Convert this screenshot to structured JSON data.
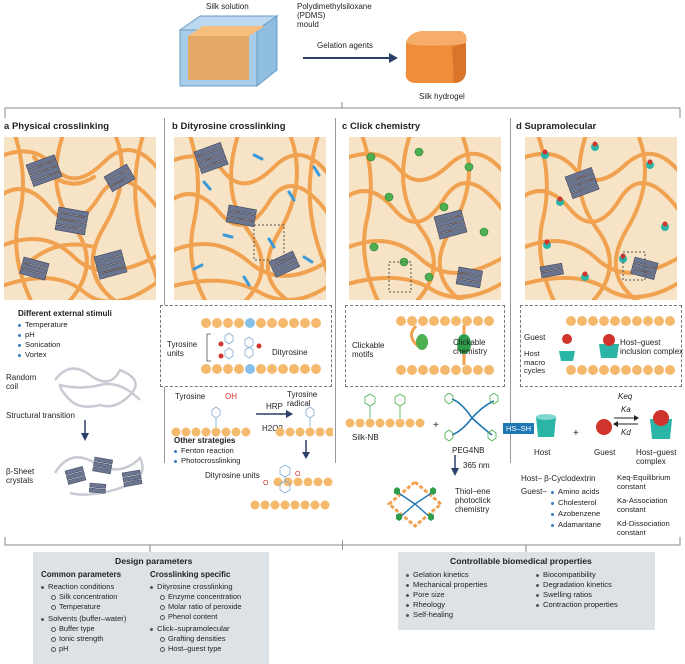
{
  "top": {
    "silk_solution": "Silk solution",
    "mould": "Polydimethylsiloxane\n(PDMS)\nmould",
    "gelation": "Gelation agents",
    "hydrogel": "Silk hydrogel"
  },
  "panels": {
    "a": {
      "letter": "a",
      "title": "Physical crosslinking",
      "stimuli_title": "Different external stimuli",
      "stimuli": [
        "Temperature",
        "pH",
        "Sonication",
        "Vortex"
      ],
      "random_coil": "Random\ncoil",
      "transition": "Structural transition",
      "beta_sheet": "β-Sheet\ncrystals"
    },
    "b": {
      "letter": "b",
      "title": "Dityrosine crosslinking",
      "tyrosine_units": "Tyrosine\nunits",
      "dityrosine": "Dityrosine",
      "tyrosine": "Tyrosine",
      "oh": "OH",
      "hrp": "HRP",
      "h2o2": "H2O2",
      "tyrosine_radical": "Tyrosine\nradical",
      "other_title": "Other strategies",
      "other": [
        "Fenton reaction",
        "Photocrosslinking"
      ],
      "dityrosine_units": "Dityrosine units"
    },
    "c": {
      "letter": "c",
      "title": "Click chemistry",
      "clickable_motifs": "Clickable\nmotifs",
      "clickable_chem": "Clickable\nchemistry",
      "silk_nb": "Silk-NB",
      "plus": "+",
      "peg4nb": "PEG4NB",
      "hs_sh": "HS–SH",
      "nm": "365 nm",
      "thiol": "Thiol–ene\nphotoclick\nchemistry"
    },
    "d": {
      "letter": "d",
      "title": "Supramolecular",
      "guest": "Guest",
      "host_macro": "Host\nmacro\ncycles",
      "inclusion": "Host–guest\ninclusion complex",
      "keq": "Keq",
      "ka": "Ka",
      "kd": "Kd",
      "host": "Host",
      "plus": "+",
      "guest2": "Guest",
      "complex": "Host–guest\ncomplex",
      "host_label": "Host–",
      "host_val": "β-Cyclodextrin",
      "guest_label": "Guest–",
      "guests": [
        "Amino acids",
        "Cholesterol",
        "Azobenzene",
        "Adamantane"
      ],
      "constants": [
        "Keq-Equilibrium\nconstant",
        "Ka-Association\nconstant",
        "Kd-Dissociation\nconstant"
      ]
    }
  },
  "design": {
    "title": "Design parameters",
    "common_title": "Common parameters",
    "common": [
      {
        "item": "Reaction conditions",
        "sub": [
          "Silk concentration",
          "Temperature"
        ]
      },
      {
        "item": "Solvents (buffer–water)",
        "sub": [
          "Buffer type",
          "Ionic strength",
          "pH"
        ]
      }
    ],
    "specific_title": "Crosslinking specific",
    "specific": [
      {
        "item": "Dityrosine crosslinking",
        "sub": [
          "Enzyme concentration",
          "Molar ratio of peroxide",
          "Phenol content"
        ]
      },
      {
        "item": "Click–supramolecular",
        "sub": [
          "Grafting densities",
          "Host–guest type"
        ]
      }
    ]
  },
  "properties": {
    "title": "Controllable biomedical properties",
    "left": [
      "Gelation kinetics",
      "Mechanical properties",
      "Pore size",
      "Rheology",
      "Self-healing"
    ],
    "right": [
      "Biocompatibility",
      "Degradation kinetics",
      "Swelling ratios",
      "Contraction properties"
    ]
  },
  "colors": {
    "fiber": "#f0a250",
    "scene_bg": "#f7e3c6",
    "beta": "#6b7590",
    "accent": "#3a7fc2",
    "red": "#d0342c",
    "green": "#4caf50",
    "teal": "#2bb5a7"
  }
}
